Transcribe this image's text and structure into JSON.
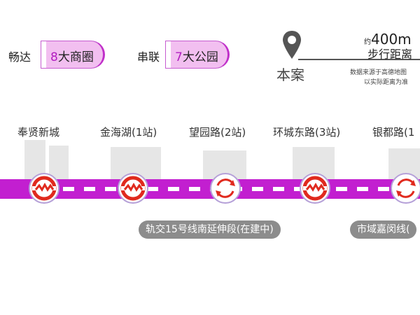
{
  "highlights": [
    {
      "label": "畅达",
      "number": "8",
      "text": "大商圈"
    },
    {
      "label": "串联",
      "number": "7",
      "text": "大公园"
    }
  ],
  "distance": {
    "prefix": "约",
    "value": "400m",
    "caption": "步行距离",
    "origin": "本案",
    "note1": "数据来源于高德地图",
    "note2": "以实际距离为准"
  },
  "stations": [
    {
      "name": "奉贤新城",
      "type": "metro"
    },
    {
      "name": "金海湖(1站)",
      "type": "metro"
    },
    {
      "name": "望园路(2站)",
      "type": "transfer"
    },
    {
      "name": "环城东路(3站)",
      "type": "metro"
    },
    {
      "name": "银都路(1",
      "type": "transfer"
    }
  ],
  "tags": [
    "轨交15号线南延伸段(在建中)",
    "市域嘉闵线("
  ],
  "colors": {
    "line": "#c21fd0",
    "metro": "#e02a1e",
    "accent": "#b21ec0",
    "tag": "#8c8c8c"
  }
}
